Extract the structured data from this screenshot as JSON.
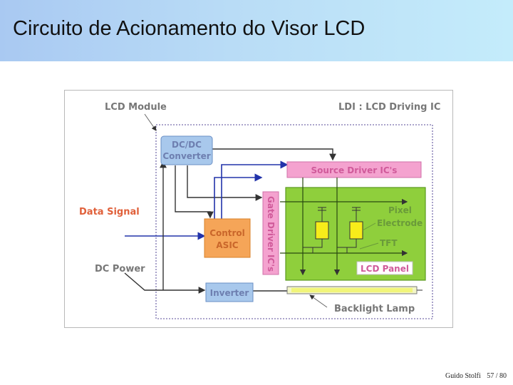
{
  "title": "Circuito de Acionamento do Visor LCD",
  "diagram": {
    "module_label": "LCD Module",
    "ldi_label": "LDI : LCD Driving IC",
    "dcdc_label_1": "DC/DC",
    "dcdc_label_2": "Converter",
    "source_driver_label": "Source Driver IC's",
    "gate_driver_label": "Gate Driver IC's",
    "control_label_1": "Control",
    "control_label_2": "ASIC",
    "data_signal_label": "Data Signal",
    "dc_power_label": "DC Power",
    "inverter_label": "Inverter",
    "pixel_label_1": "Pixel",
    "pixel_label_2": "Electrode",
    "tft_label": "TFT",
    "lcd_panel_label": "LCD Panel",
    "backlight_label": "Backlight Lamp",
    "colors": {
      "dcdc_fill": "#a8c8ec",
      "inverter_fill": "#a8c8ec",
      "source_fill": "#f4a2cf",
      "gate_fill": "#f4a2cf",
      "control_fill": "#f5a558",
      "panel_fill": "#8fcf3c",
      "pixel_fill": "#f7ec1a",
      "blue_line": "#2233aa",
      "dark_line": "#333333",
      "data_signal_text": "#e0603a"
    }
  },
  "footer": {
    "author": "Guido Stolfi",
    "page": "57 / 80"
  }
}
